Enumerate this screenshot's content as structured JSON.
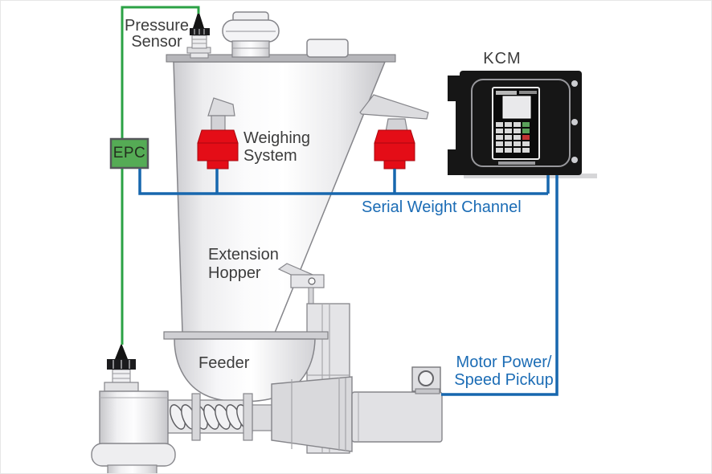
{
  "diagram": {
    "labels": {
      "pressure_sensor": {
        "line1": "Pressure",
        "line2": "Sensor"
      },
      "epc": {
        "text": "EPC"
      },
      "weighing_system": {
        "line1": "Weighing",
        "line2": "System"
      },
      "kcm": {
        "text": "KCM"
      },
      "serial_weight_channel": {
        "text": "Serial Weight Channel"
      },
      "extension_hopper": {
        "line1": "Extension",
        "line2": "Hopper"
      },
      "feeder": {
        "text": "Feeder"
      },
      "motor_power_speed_pickup": {
        "line1": "Motor Power/",
        "line2": "Speed Pickup"
      }
    },
    "colors": {
      "wire_green": "#2ba245",
      "epc_fill": "#55ab55",
      "load_cell_red": "#e40d17",
      "wire_blue": "#1767ae",
      "label_blue": "#1b6cb5",
      "label_dark": "#3d3d3d",
      "kcm_black": "#161616"
    }
  }
}
